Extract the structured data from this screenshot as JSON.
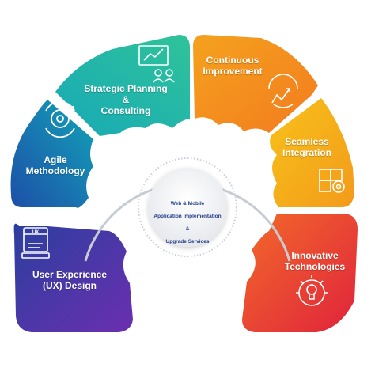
{
  "center": {
    "line1": "Web & Mobile",
    "line2": "Application Implementation",
    "line3": "&",
    "line4": "Upgrade Services"
  },
  "segments": [
    {
      "id": "ux",
      "label": "User Experience\n(UX) Design",
      "icon": "ux-window-icon",
      "color_a": "#2b3f9e",
      "color_b": "#6b2fb0"
    },
    {
      "id": "agile",
      "label": "Agile\nMethodology",
      "icon": "gear-cycle-icon",
      "color_a": "#1d4fa8",
      "color_b": "#12a3b8"
    },
    {
      "id": "strategic",
      "label": "Strategic Planning\n&\nConsulting",
      "icon": "presentation-board-icon",
      "color_a": "#17a9b6",
      "color_b": "#2fc39a"
    },
    {
      "id": "continuous",
      "label": "Continuous\nImprovement",
      "icon": "growth-arrows-icon",
      "color_a": "#f4a21e",
      "color_b": "#f37b1f"
    },
    {
      "id": "seamless",
      "label": "Seamless\nIntegration",
      "icon": "puzzle-gear-icon",
      "color_a": "#f7c21a",
      "color_b": "#f39a1a"
    },
    {
      "id": "innovative",
      "label": "Innovative\nTechnologies",
      "icon": "lightbulb-gear-icon",
      "color_a": "#f26a2a",
      "color_b": "#e0233c"
    }
  ],
  "colors": {
    "center_fill": "#f3f4f6",
    "center_text": "#1f3a8a",
    "ring_line": "#c7ccd4",
    "icon_stroke": "#ffffff"
  }
}
